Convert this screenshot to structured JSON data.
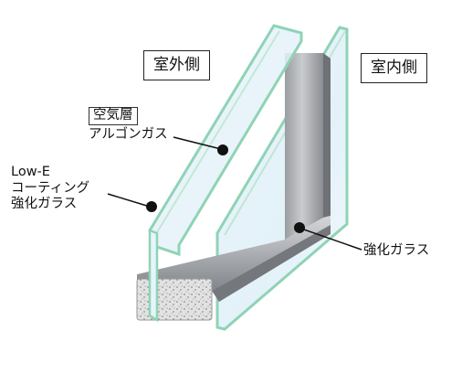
{
  "labels": {
    "outdoor": "室外側",
    "indoor": "室内側",
    "air_layer_tag": "空気層",
    "air_layer_gas": "アルゴンガス",
    "lowe_line1": "Low-E",
    "lowe_line2": "コーティング",
    "lowe_line3": "強化ガラス",
    "inner_glass": "強化ガラス"
  },
  "colors": {
    "glass_edge": "#8fd3b5",
    "glass_fill": "#e6f4fb",
    "spacer_light": "#cfd1d3",
    "spacer_dark": "#7d8084",
    "desiccant": "#dcdcdc",
    "leader": "#111111"
  }
}
